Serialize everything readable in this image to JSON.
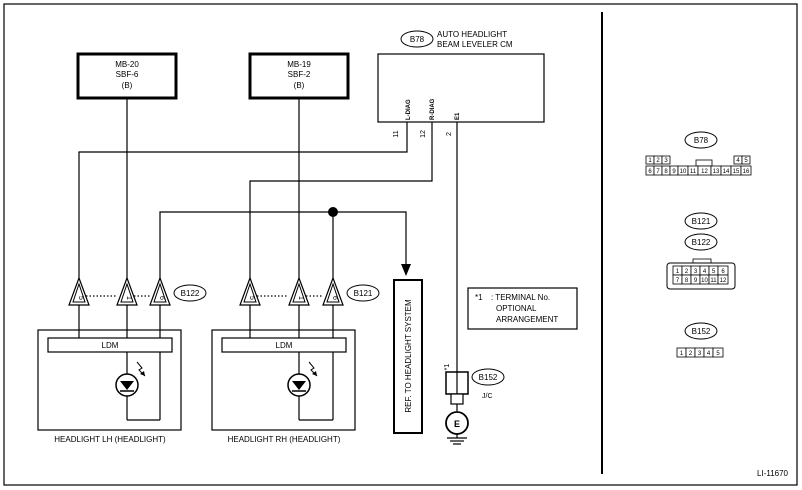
{
  "fuses": [
    {
      "line1": "MB-20",
      "line2": "SBF-6",
      "line3": "(B)"
    },
    {
      "line1": "MB-19",
      "line2": "SBF-2",
      "line3": "(B)"
    }
  ],
  "cm": {
    "tag": "B78",
    "name_line1": "AUTO HEADLIGHT",
    "name_line2": "BEAM LEVELER CM",
    "pins": [
      {
        "num": "11",
        "name": "L-DIAG"
      },
      {
        "num": "12",
        "name": "R-DIAG"
      },
      {
        "num": "2",
        "name": "E1"
      }
    ]
  },
  "left_connector": {
    "tag": "B122",
    "pins": [
      "5",
      "1",
      "6"
    ]
  },
  "right_connector": {
    "tag": "B121",
    "pins": [
      "5",
      "1",
      "6"
    ]
  },
  "ldm_label_left": "LDM",
  "ldm_label_right": "LDM",
  "headlight_lh": "HEADLIGHT LH (HEADLIGHT)",
  "headlight_rh": "HEADLIGHT RH (HEADLIGHT)",
  "ref_text": "REF. TO HEADLIGHT SYSTEM",
  "note": {
    "marker": "*1",
    "line1": ": TERMINAL No.",
    "line2": "OPTIONAL",
    "line3": "ARRANGEMENT"
  },
  "ground": {
    "marker": "*1",
    "tag": "B152",
    "sub": "J/C",
    "symbol": "E"
  },
  "connector_views": {
    "b78": {
      "tag": "B78",
      "row1": [
        "1",
        "2",
        "3",
        "",
        "",
        "",
        "",
        "",
        "4",
        "5"
      ],
      "row2": [
        "6",
        "7",
        "8",
        "9",
        "10",
        "11",
        "12",
        "13",
        "14",
        "15",
        "16"
      ]
    },
    "b121_b122": {
      "tag1": "B121",
      "tag2": "B122",
      "row1": [
        "1",
        "2",
        "3",
        "4",
        "5",
        "6"
      ],
      "row2": [
        "7",
        "8",
        "9",
        "10",
        "11",
        "12"
      ]
    },
    "b152": {
      "tag": "B152",
      "row": [
        "1",
        "2",
        "3",
        "4",
        "5"
      ]
    }
  },
  "figure_code": "LI-11670"
}
